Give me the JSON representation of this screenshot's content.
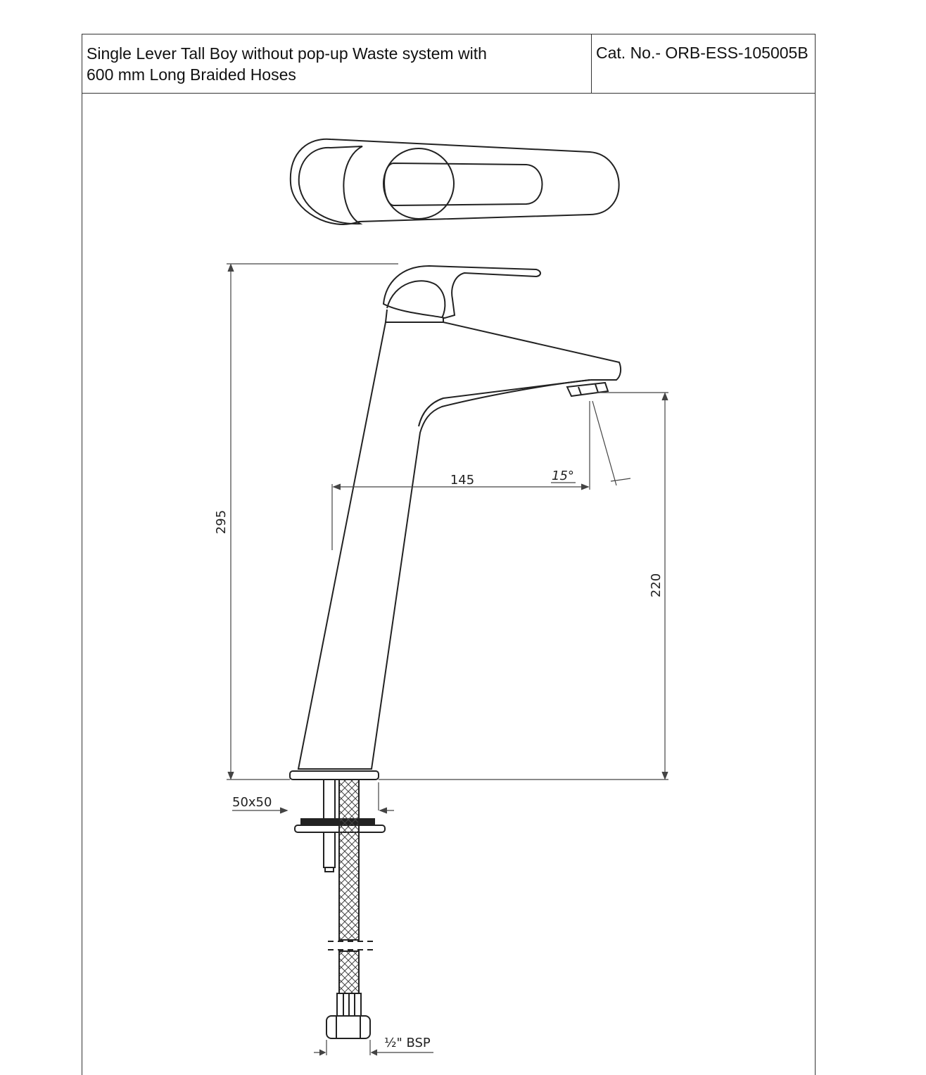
{
  "drawing": {
    "title": "Single Lever Tall Boy without pop-up Waste system with\n600 mm Long Braided Hoses",
    "catalog_number": "Cat. No.- ORB-ESS-105005B"
  },
  "dimensions": {
    "overall_height": "295",
    "spout_height": "220",
    "spout_reach": "145",
    "spray_angle": "15°",
    "base_size": "50x50",
    "inlet_connection": "½\" BSP"
  }
}
